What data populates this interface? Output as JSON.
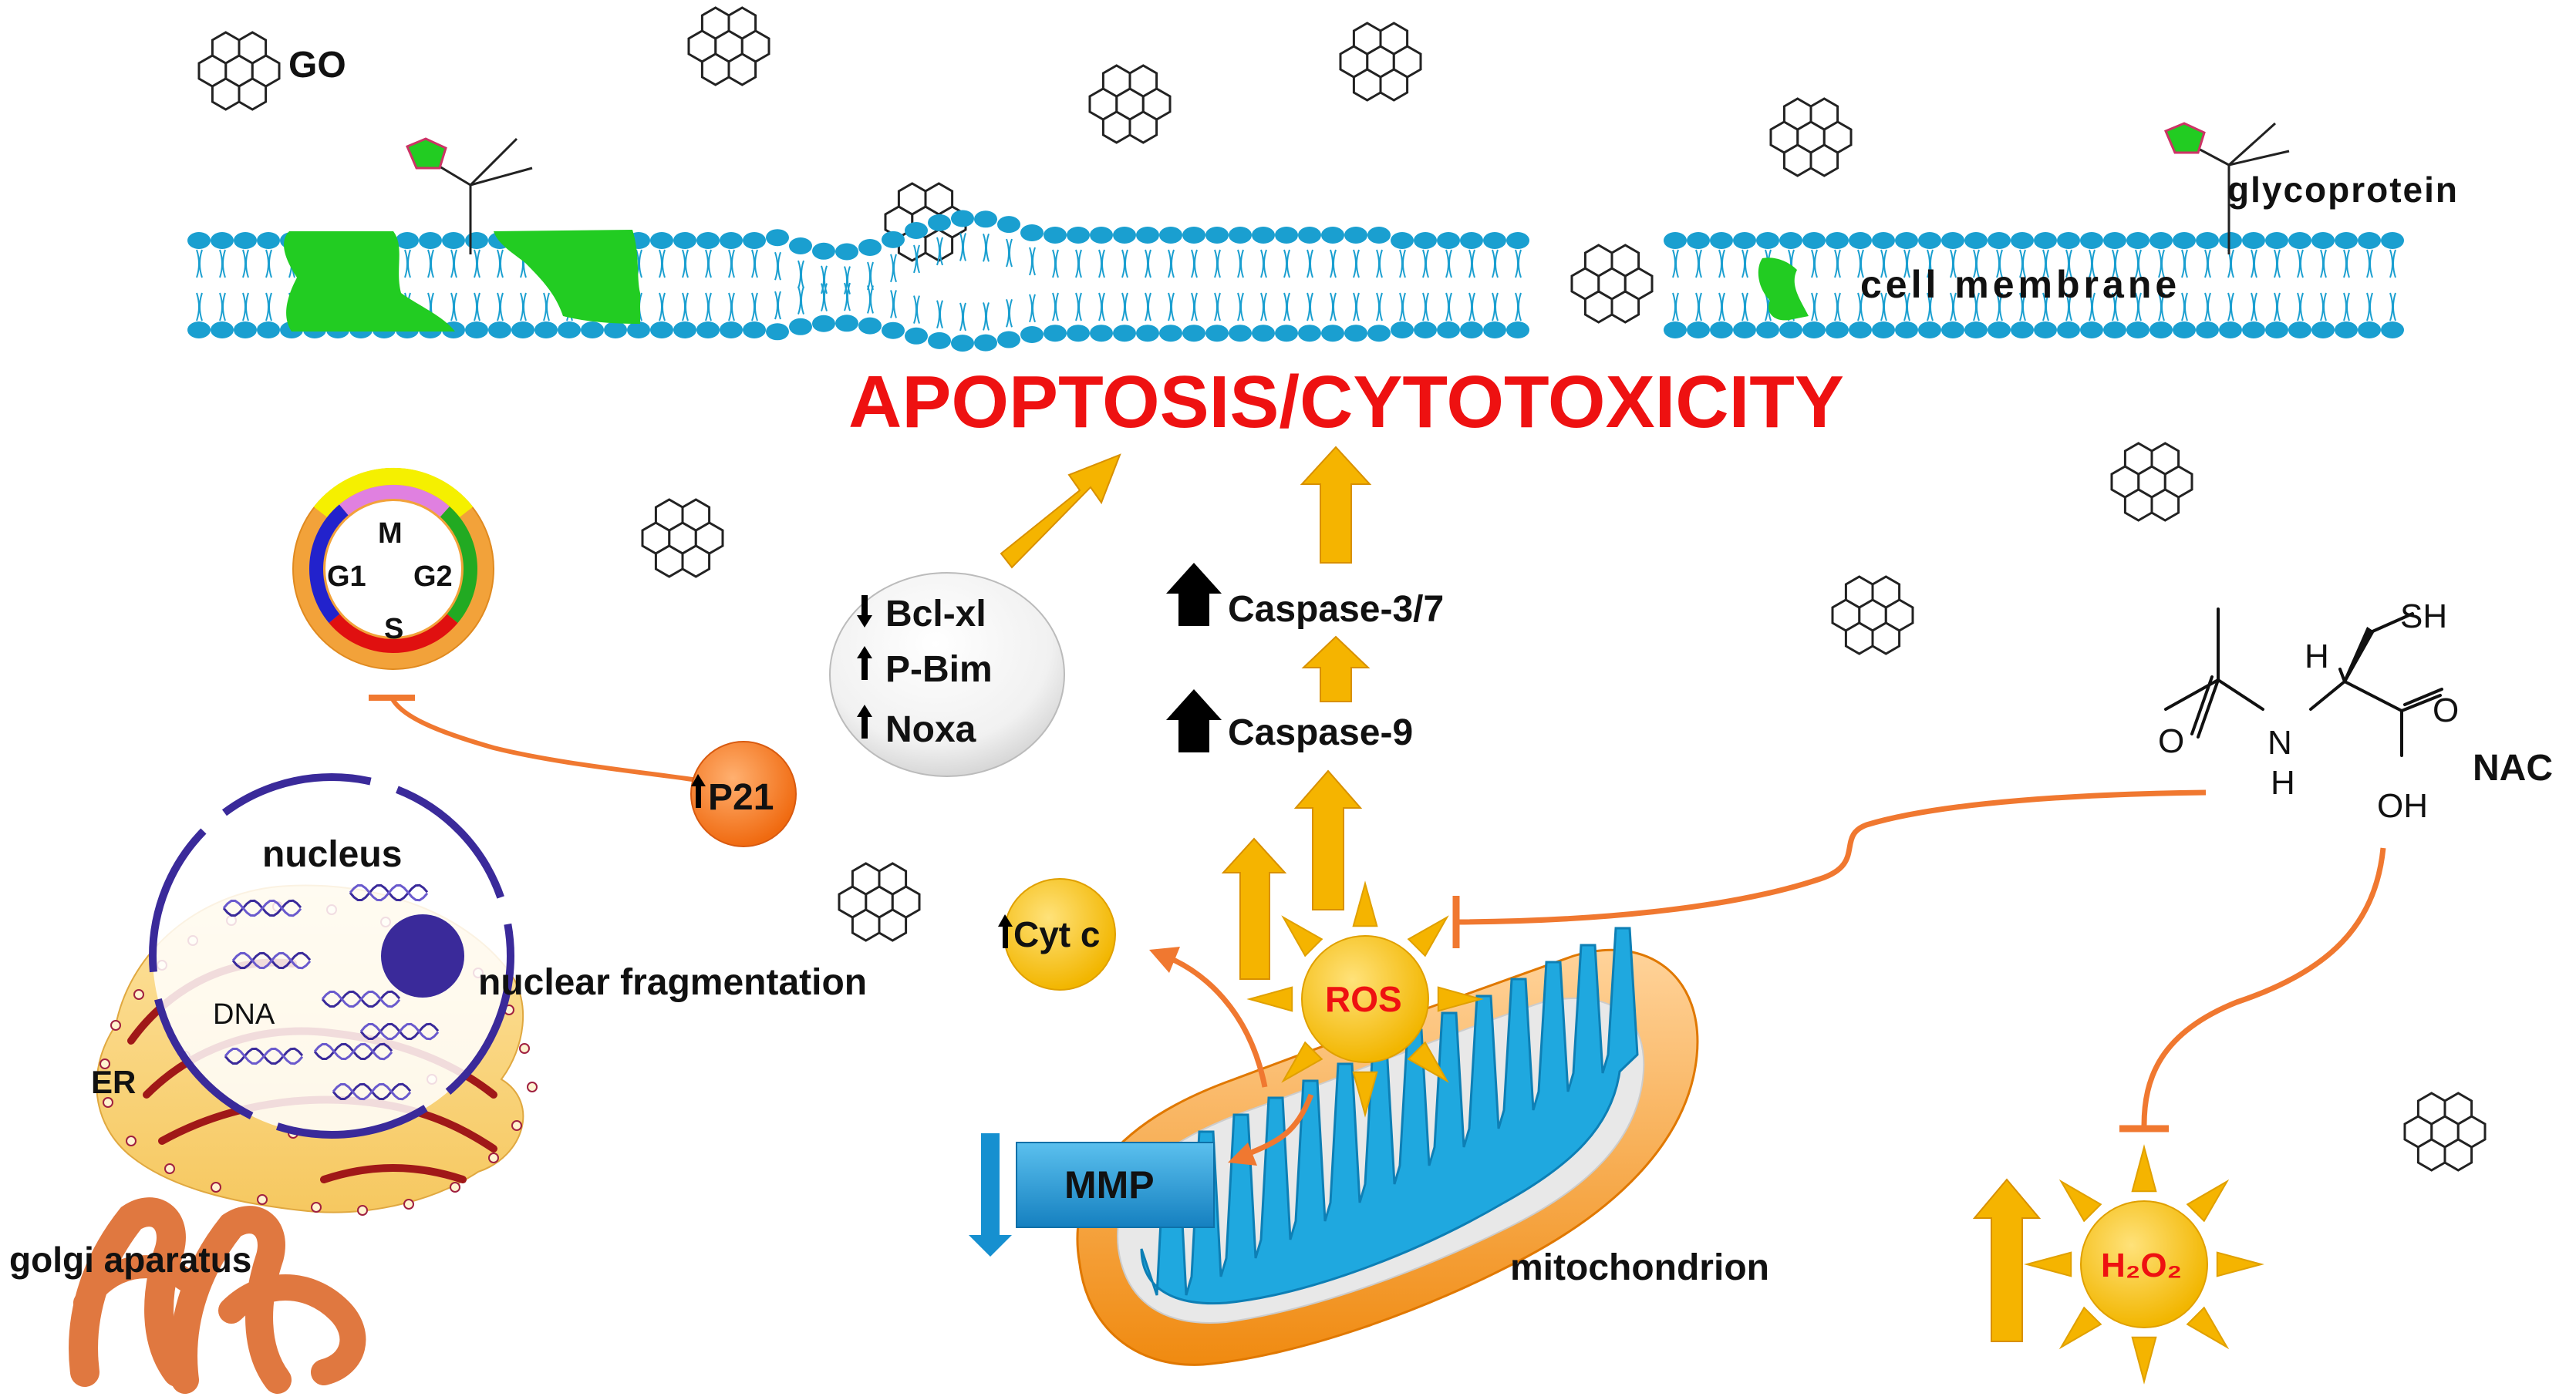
{
  "title": "APOPTOSIS/CYTOTOXICITY",
  "labels": {
    "go": "GO",
    "glycoprotein": "glycoprotein",
    "cell_membrane": "cell membrane",
    "nucleus": "nucleus",
    "dna": "DNA",
    "nuclear_fragmentation": "nuclear fragmentation",
    "er": "ER",
    "golgi": "golgi aparatus",
    "mitochondrion": "mitochondrion",
    "nac": "NAC"
  },
  "cell_cycle": {
    "m": "M",
    "g1": "G1",
    "g2": "G2",
    "s": "S"
  },
  "badges": {
    "p21": "P21",
    "cyt_c": "Cyt c",
    "ros": "ROS",
    "mmp": "MMP",
    "h2o2": "H₂O₂"
  },
  "proteins": {
    "bcl_xl": "Bcl-xl",
    "p_bim": "P-Bim",
    "noxa": "Noxa"
  },
  "caspases": {
    "casp37": "Caspase-3/7",
    "casp9": "Caspase-9"
  },
  "nac_structure": {
    "sh": "SH",
    "h_top": "H",
    "o_left": "O",
    "n": "N",
    "h_n": "H",
    "o_right": "O",
    "oh": "OH"
  },
  "colors": {
    "title": "#ee1111",
    "membrane": "#1a9fd0",
    "protein": "#22cc22",
    "arrow": "#f5b400",
    "inhibit": "#f07830",
    "nucleus": "#3a2a9a",
    "cell_cycle_m": "#e080e0",
    "cell_cycle_g1": "#2222cc",
    "cell_cycle_g2": "#22aa22",
    "cell_cycle_s": "#e01010",
    "cell_cycle_yellow": "#f5f000"
  }
}
